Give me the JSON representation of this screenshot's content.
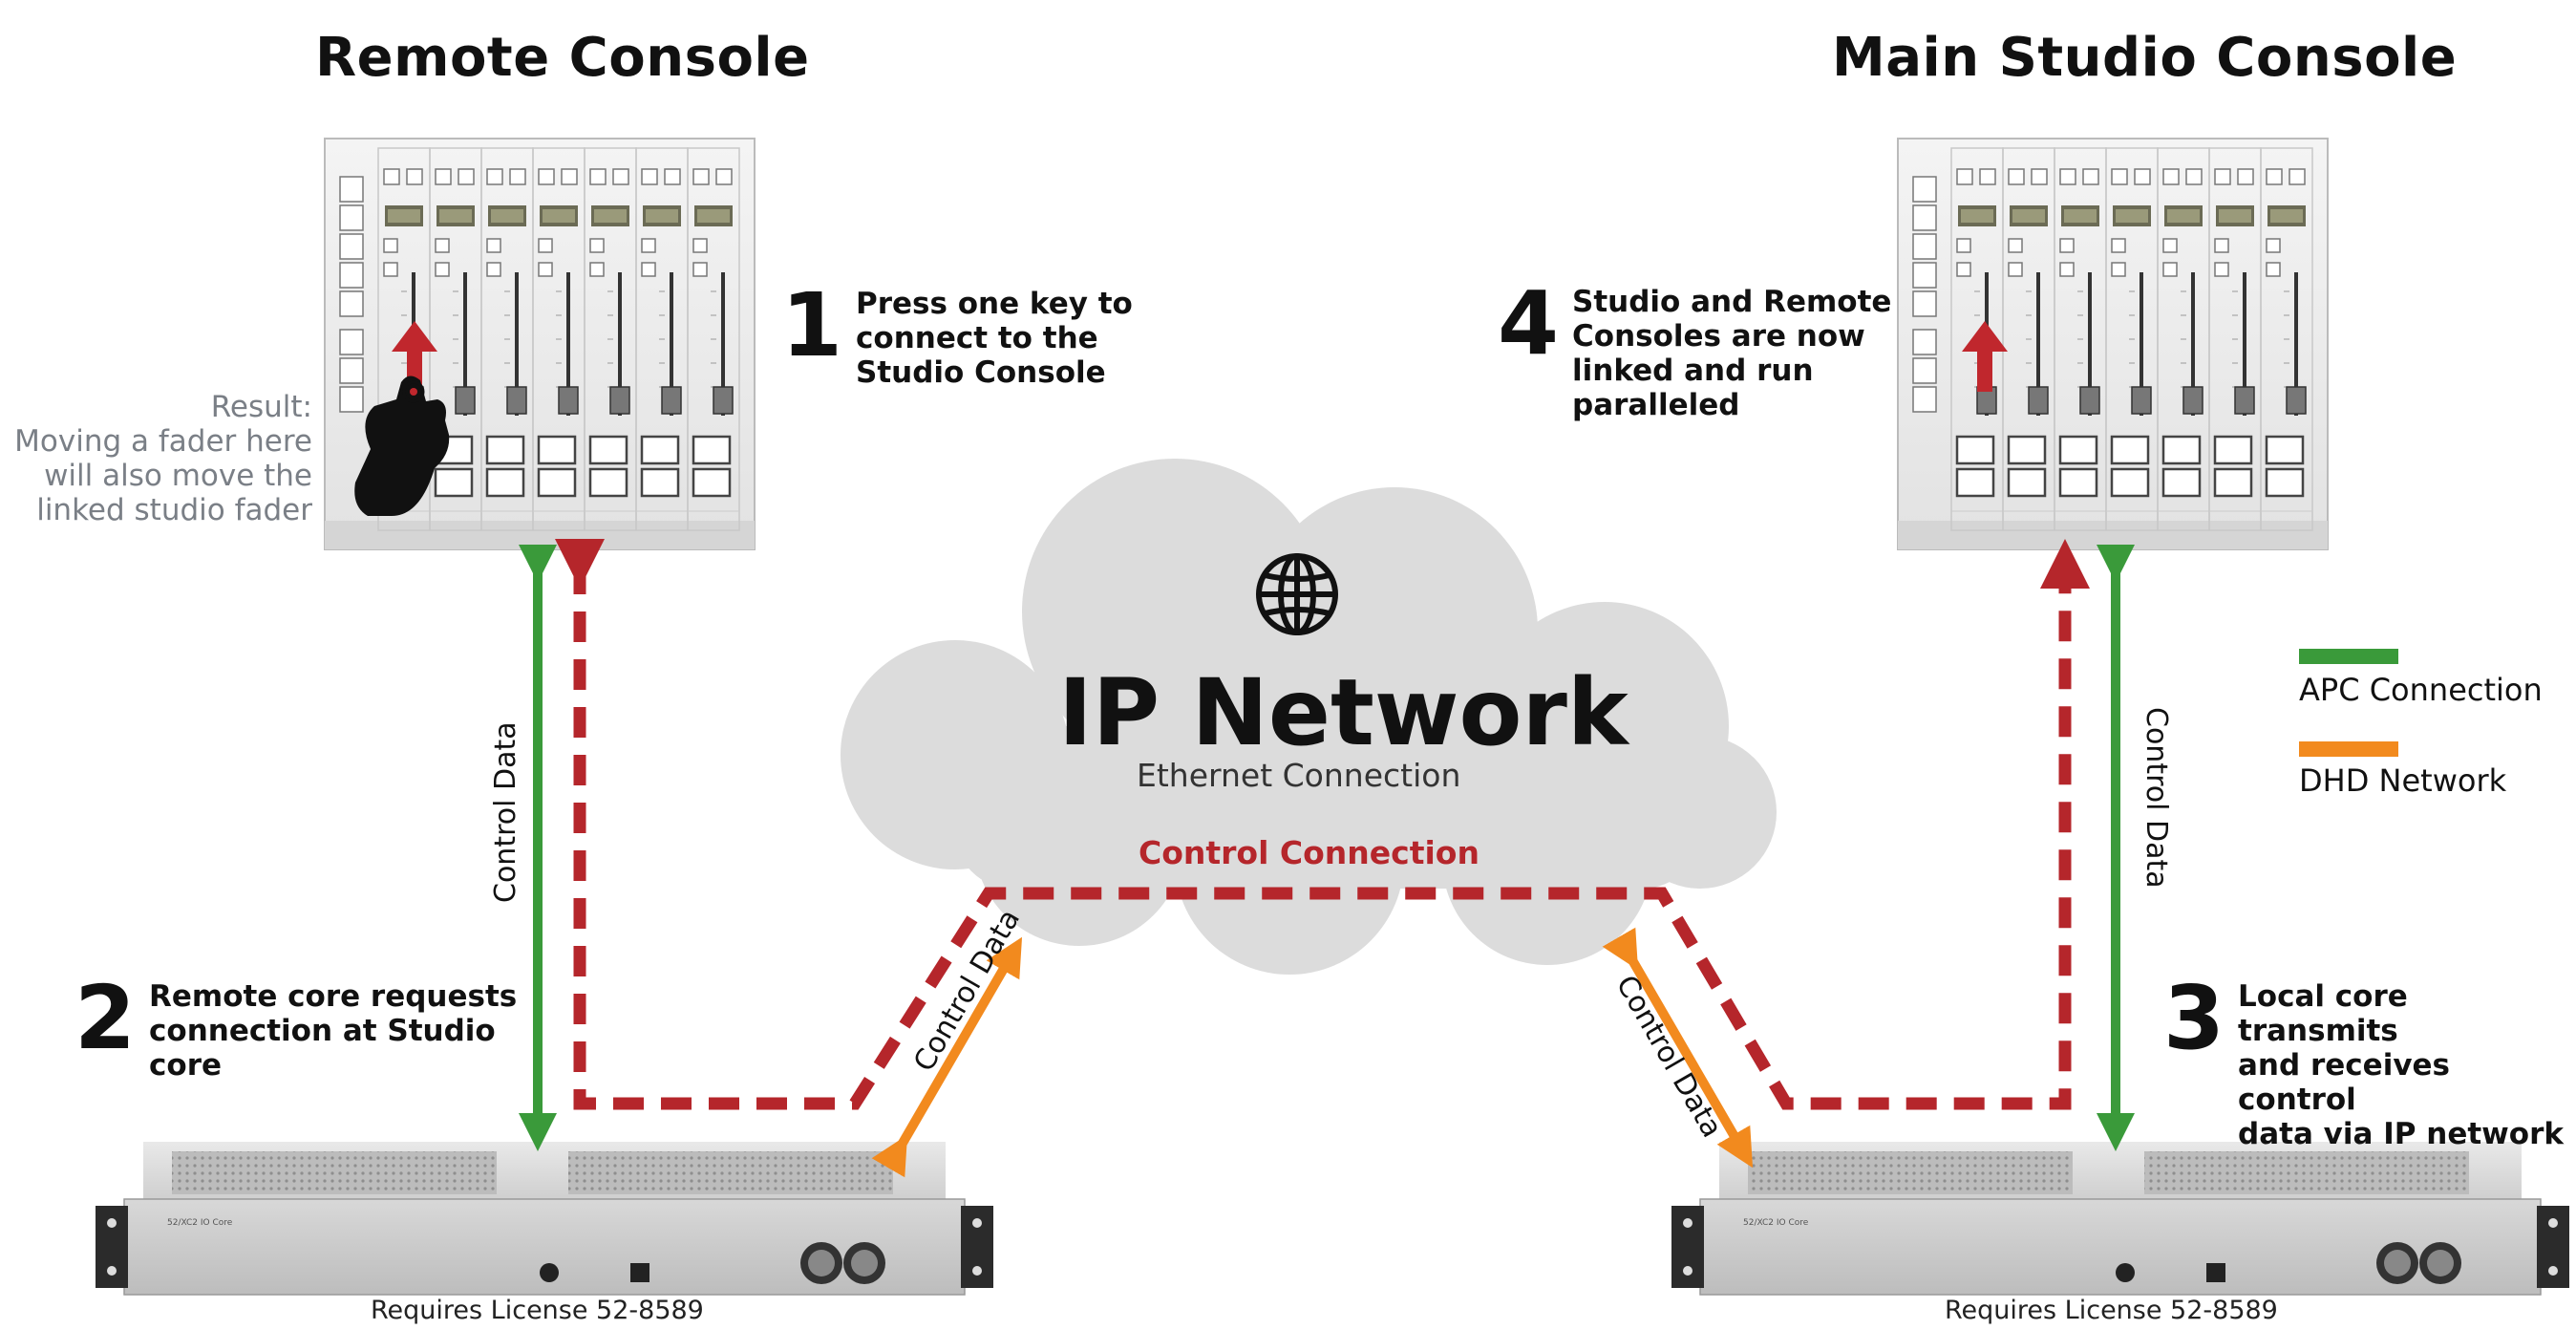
{
  "titles": {
    "remote": "Remote Console",
    "studio": "Main Studio Console"
  },
  "steps": [
    {
      "number": "1",
      "text": "Press one key to\nconnect to the\nStudio Console"
    },
    {
      "number": "2",
      "text": "Remote core requests\nconnection at Studio\ncore"
    },
    {
      "number": "3",
      "text": "Local core transmits\nand receives control\ndata via IP network"
    },
    {
      "number": "4",
      "text": "Studio and Remote\nConsoles are now\nlinked and run\nparalleled"
    }
  ],
  "result_note": "Result:\nMoving a fader here\nwill also move the\nlinked studio fader",
  "network": {
    "title": "IP Network",
    "subtitle": "Ethernet Connection",
    "control_connection": "Control Connection",
    "icon": "globe-icon"
  },
  "links": {
    "remote_vertical": "Control Data",
    "remote_diagonal": "Control Data",
    "studio_vertical": "Control Data",
    "studio_diagonal": "Control Data"
  },
  "legend": [
    {
      "label": "APC Connection",
      "color": "#3a9a3a"
    },
    {
      "label": "DHD Network",
      "color": "#f28a1e"
    }
  ],
  "license": {
    "remote": "Requires License 52-8589",
    "studio": "Requires License 52-8589"
  },
  "colors": {
    "apc": "#3a9a3a",
    "dhd": "#f28a1e",
    "control": "#b5262b",
    "cloud": "#dcdcdc"
  },
  "device_labels": {
    "core_small_text": "52/XC2 IO Core"
  }
}
